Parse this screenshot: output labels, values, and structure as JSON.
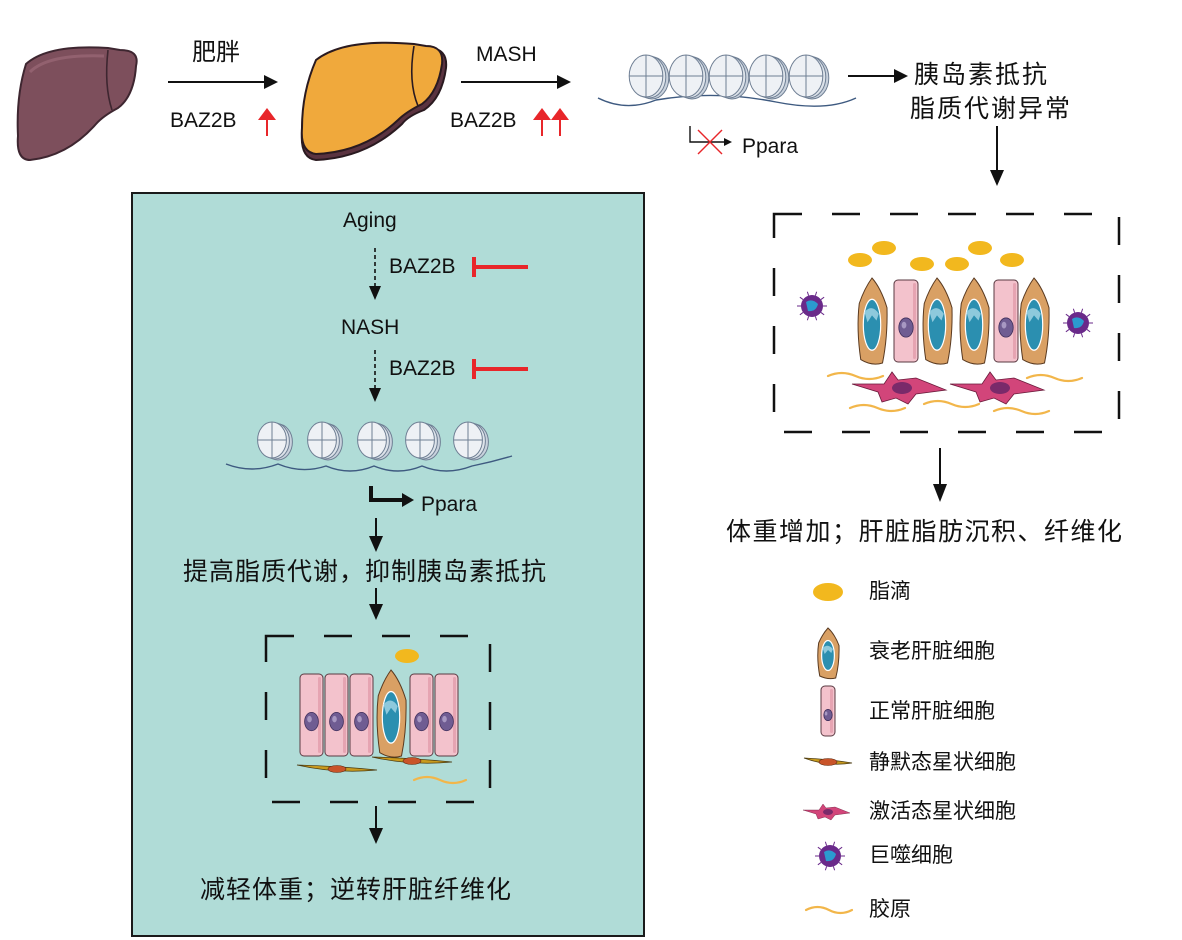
{
  "top_flow": {
    "step1_label": "肥胖",
    "step1_gene": "BAZ2B",
    "step1_arrows": 1,
    "step2_label": "MASH",
    "step2_gene": "BAZ2B",
    "step2_arrows": 2,
    "promoter_label": "Ppara",
    "promoter_state": "blocked",
    "outcome_line1": "胰岛素抵抗",
    "outcome_line2": "脂质代谢异常",
    "final_outcome": "体重增加；肝脏脂肪沉积、纤维化"
  },
  "panel": {
    "start": "Aging",
    "inhibitor1": "BAZ2B",
    "middle": "NASH",
    "inhibitor2": "BAZ2B",
    "promoter_label": "Ppara",
    "promoter_state": "active",
    "effect": "提高脂质代谢，抑制胰岛素抵抗",
    "outcome": "减轻体重；逆转肝脏纤维化"
  },
  "legend": [
    {
      "icon": "lipid-droplet",
      "label": "脂滴"
    },
    {
      "icon": "senescent-hepatocyte",
      "label": "衰老肝脏细胞"
    },
    {
      "icon": "normal-hepatocyte",
      "label": "正常肝脏细胞"
    },
    {
      "icon": "quiescent-stellate-cell",
      "label": "静默态星状细胞"
    },
    {
      "icon": "activated-stellate-cell",
      "label": "激活态星状细胞"
    },
    {
      "icon": "macrophage",
      "label": "巨噬细胞"
    },
    {
      "icon": "collagen",
      "label": "胶原"
    }
  ],
  "colors": {
    "panel_bg": "#b0dcd7",
    "healthy_liver": "#7d4f5c",
    "fatty_liver": "#f0a93c",
    "up_arrow": "#e8262a",
    "inhibit": "#e8262a",
    "lipid": "#f2b81e",
    "hepatocyte": "#f3c2cc",
    "senescent": "#d9a064",
    "nucleus_blue": "#2b8fb0",
    "nucleus_purple": "#6f5c92",
    "stellate_active": "#d2457a",
    "macrophage": "#6a2a8a",
    "collagen": "#f2b64a"
  }
}
